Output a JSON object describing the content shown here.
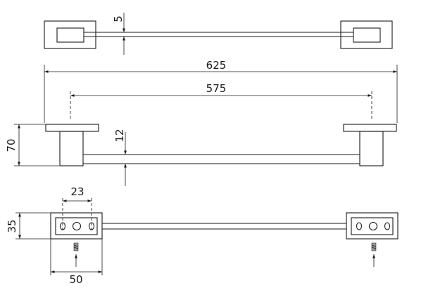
{
  "dimensions": {
    "pipe_diameter": "5",
    "overall_length": "625",
    "mount_spacing": "575",
    "bar_offset": "12",
    "bracket_height": "70",
    "hole_spacing": "23",
    "plate_height": "35",
    "plate_width": "50"
  }
}
